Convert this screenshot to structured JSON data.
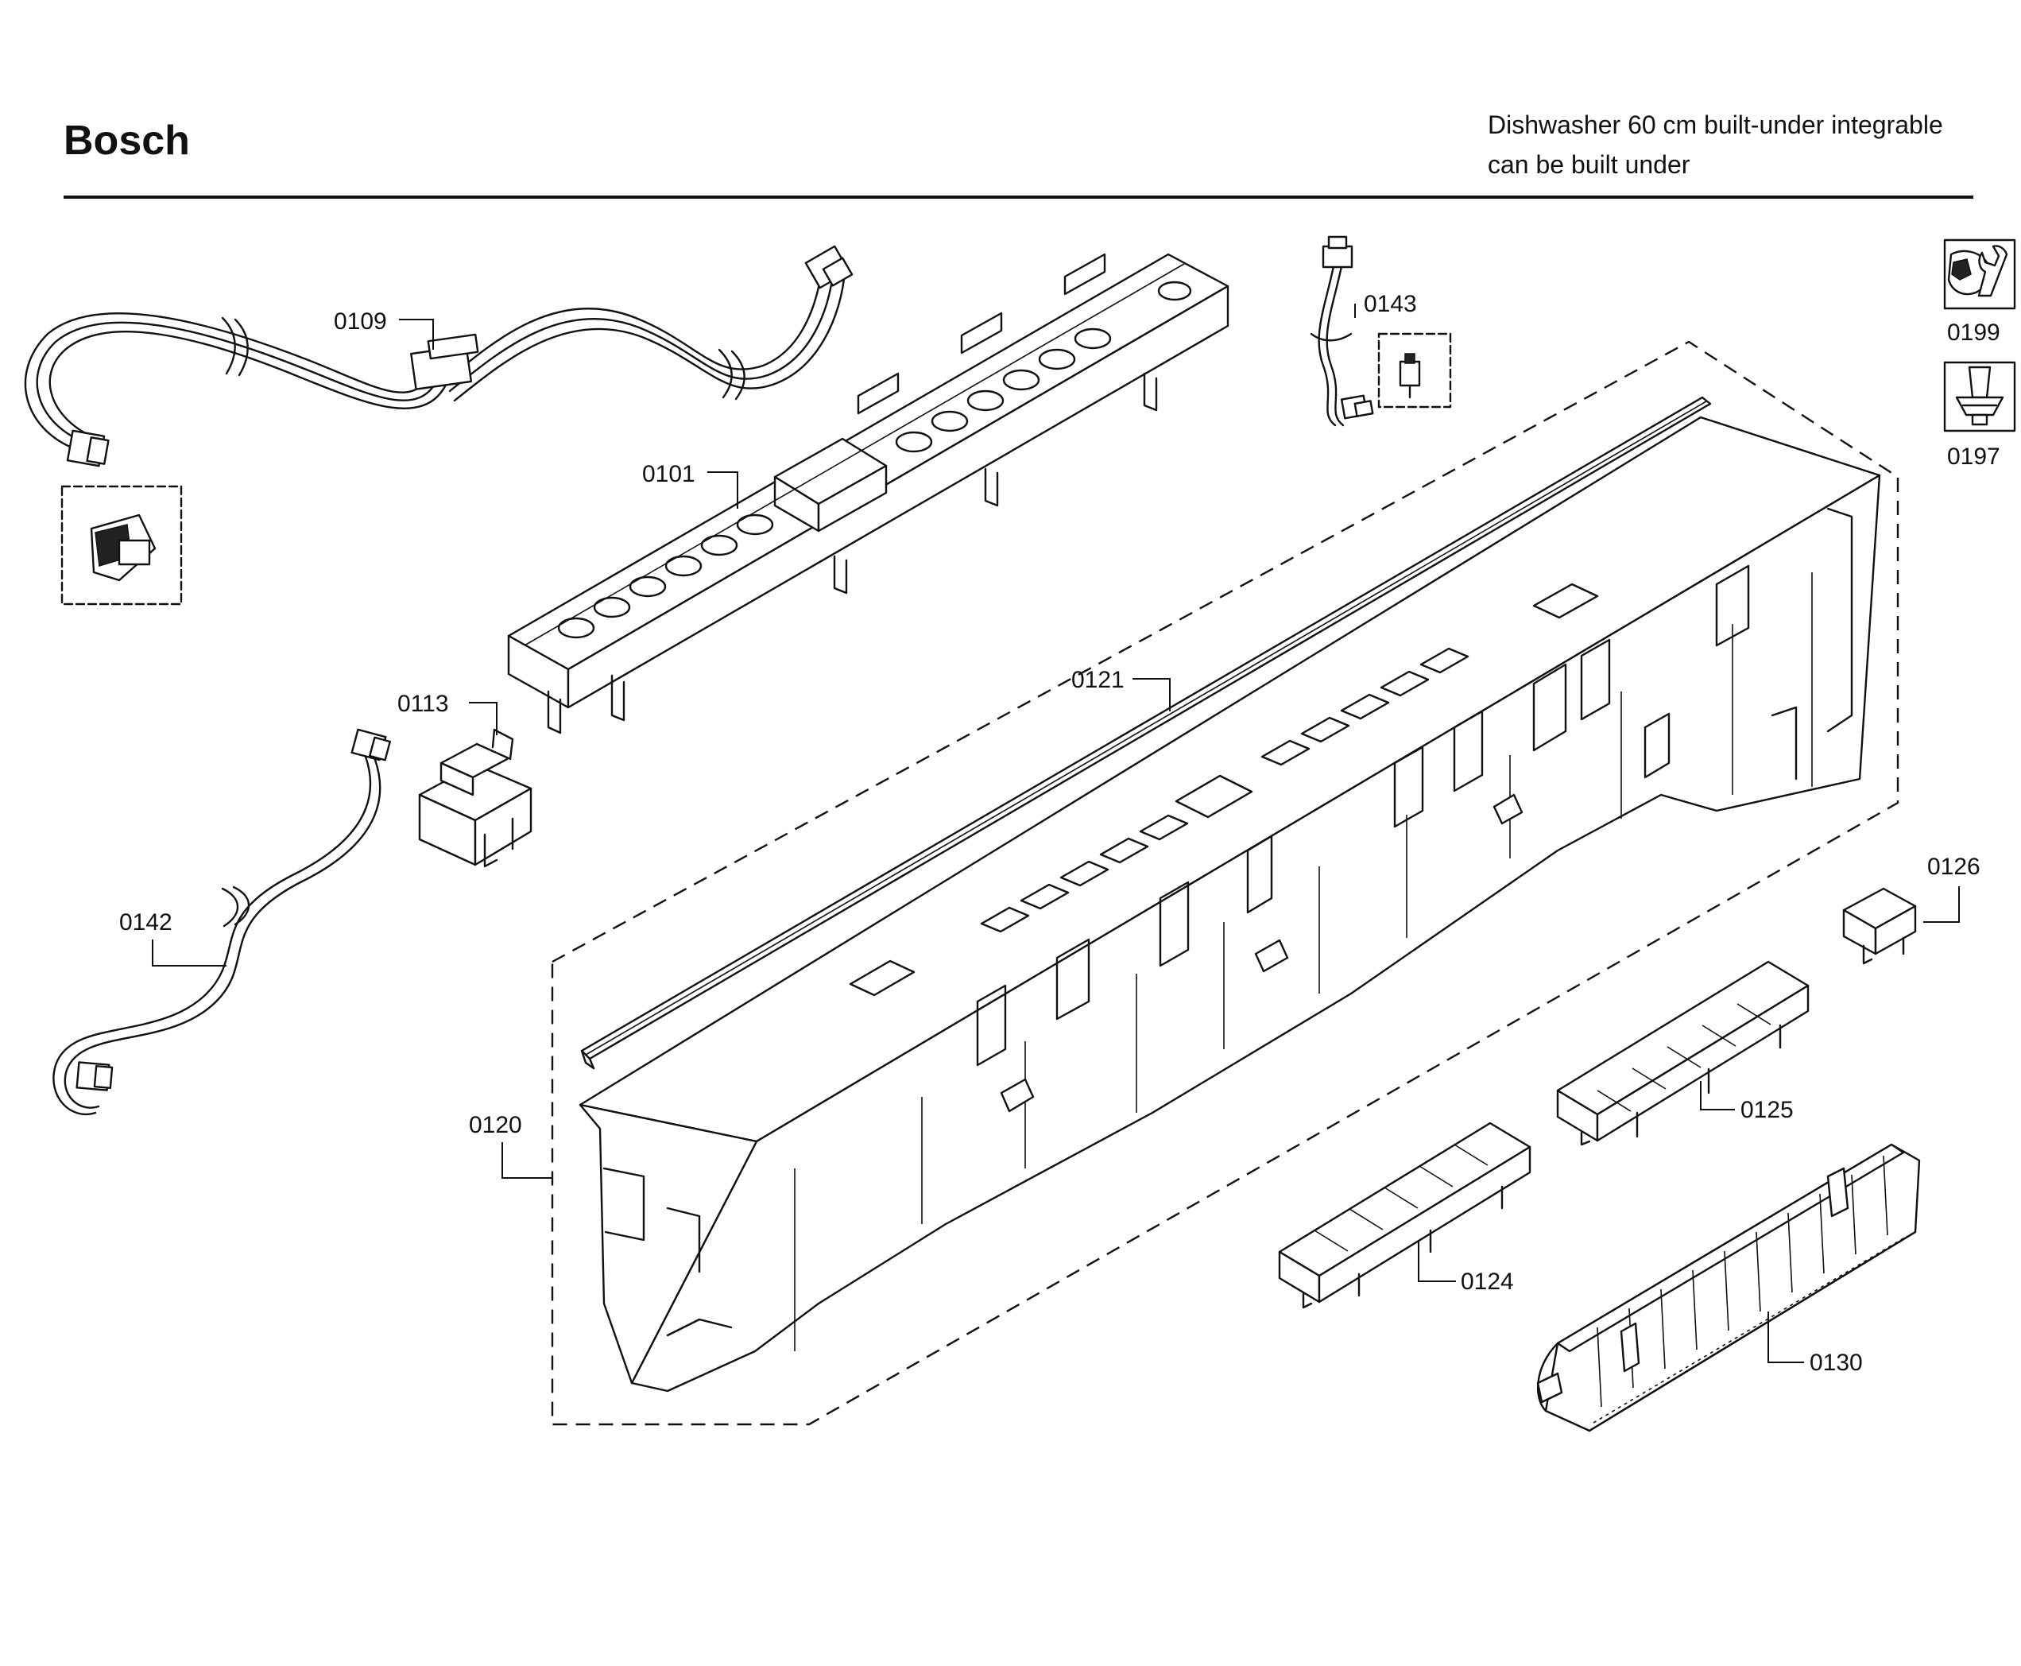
{
  "header": {
    "brand": "Bosch",
    "description_line1": "Dishwasher 60 cm built-under integrable",
    "description_line2": "can be built under"
  },
  "parts": {
    "p0101": "0101",
    "p0109": "0109",
    "p0113": "0113",
    "p0120": "0120",
    "p0121": "0121",
    "p0124": "0124",
    "p0125": "0125",
    "p0126": "0126",
    "p0130": "0130",
    "p0142": "0142",
    "p0143": "0143",
    "p0197": "0197",
    "p0199": "0199"
  },
  "icons": {
    "service_tool": "wrench-icon",
    "adhesive": "tube-icon"
  },
  "colors": {
    "line": "#111111",
    "background": "#ffffff"
  }
}
